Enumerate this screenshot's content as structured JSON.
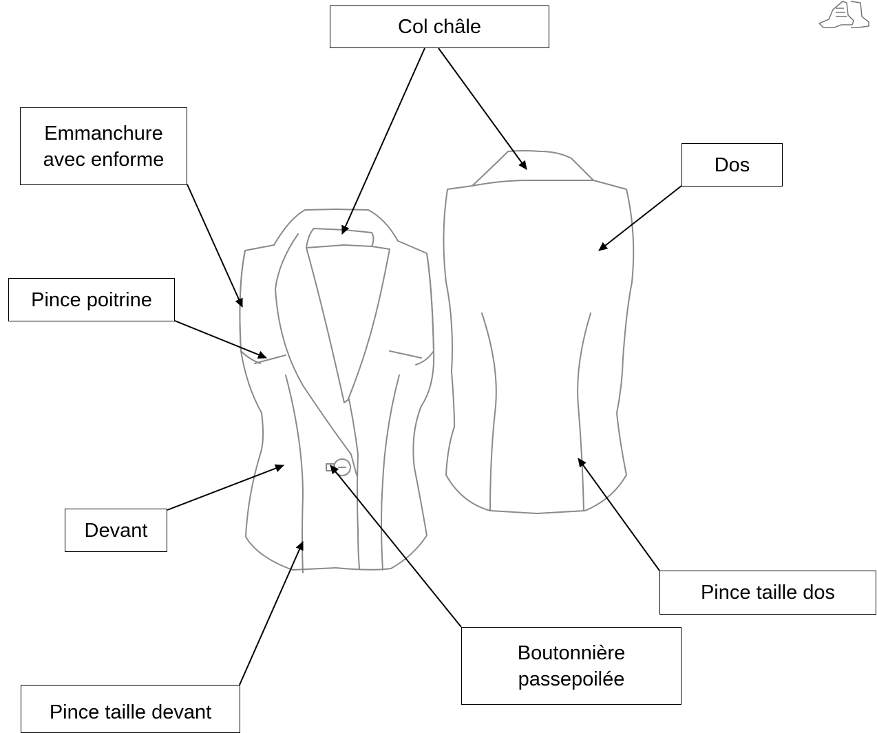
{
  "labels": {
    "col_chale": "Col châle",
    "emmanchure_line1": "Emmanchure",
    "emmanchure_line2": "avec enforme",
    "pince_poitrine": "Pince poitrine",
    "dos": "Dos",
    "devant": "Devant",
    "pince_taille_dos": "Pince taille dos",
    "boutonniere_line1": "Boutonnière",
    "boutonniere_line2": "passepoilée",
    "pince_taille_devant": "Pince taille devant"
  },
  "colors": {
    "garment_stroke": "#8a8a8a",
    "leader_stroke": "#000000",
    "box_border": "#000000"
  },
  "icons": {
    "corner": "boots-sketch-icon"
  }
}
